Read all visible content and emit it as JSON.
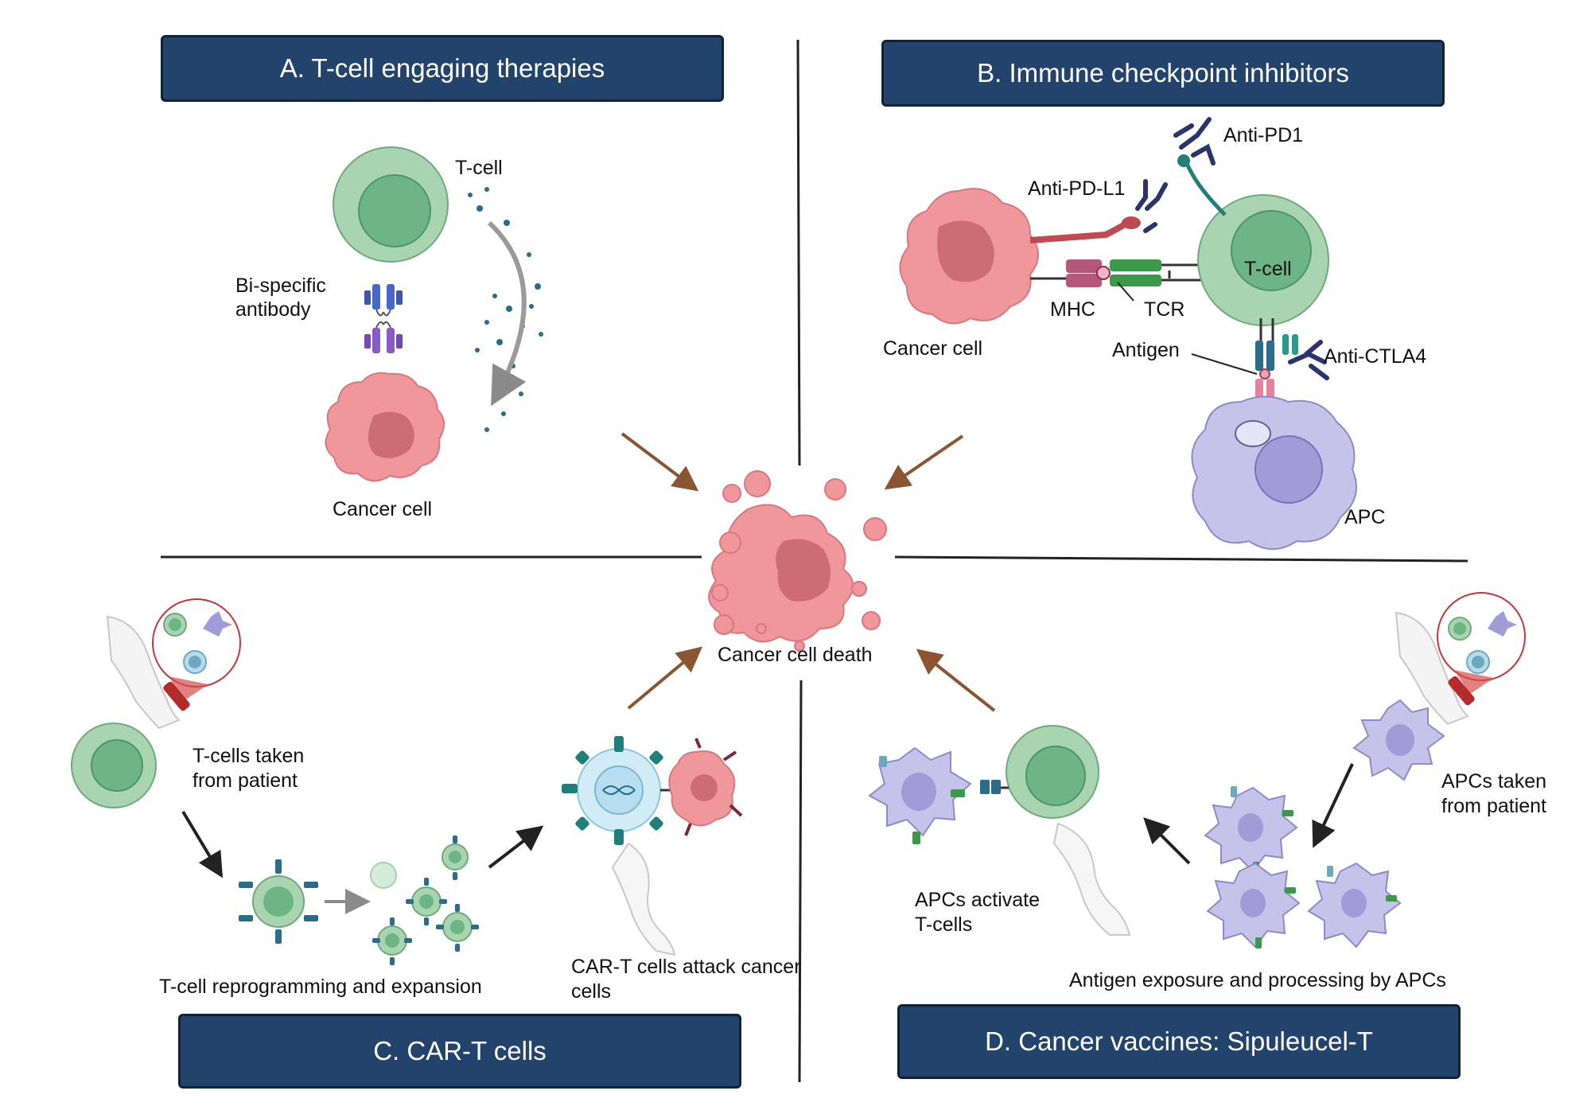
{
  "titles": {
    "a": "A. T-cell engaging therapies",
    "b": "B. Immune checkpoint inhibitors",
    "c": "C. CAR-T cells",
    "d": "D. Cancer vaccines: Sipuleucel-T"
  },
  "panel_a": {
    "tcell": "T-cell",
    "bispecific_1": "Bi-specific",
    "bispecific_2": "antibody",
    "cancer_cell": "Cancer cell"
  },
  "panel_b": {
    "anti_pd1": "Anti-PD1",
    "anti_pdl1": "Anti-PD-L1",
    "tcell": "T-cell",
    "mhc": "MHC",
    "tcr": "TCR",
    "cancer_cell": "Cancer cell",
    "antigen": "Antigen",
    "anti_ctla4": "Anti-CTLA4",
    "apc": "APC"
  },
  "center": {
    "death": "Cancer cell death"
  },
  "panel_c": {
    "taken_1": "T-cells taken",
    "taken_2": "from patient",
    "reprogramming": "T-cell reprogramming and expansion",
    "attack_1": "CAR-T cells attack cancer",
    "attack_2": "cells"
  },
  "panel_d": {
    "apcs_taken_1": "APCs taken",
    "apcs_taken_2": "from patient",
    "activate_1": "APCs activate",
    "activate_2": "T-cells",
    "exposure": "Antigen exposure and processing by APCs"
  },
  "colors": {
    "title_bg": "#22436b",
    "tcell_outer": "#a8d5b0",
    "tcell_inner": "#6db585",
    "cancer": "#f0979b",
    "cancer_nucleus": "#cd6c74",
    "apc": "#c6c3ea",
    "apc_nucleus": "#a19bd8",
    "arrow_brown": "#8a5530",
    "antibody_navy": "#28356e"
  }
}
